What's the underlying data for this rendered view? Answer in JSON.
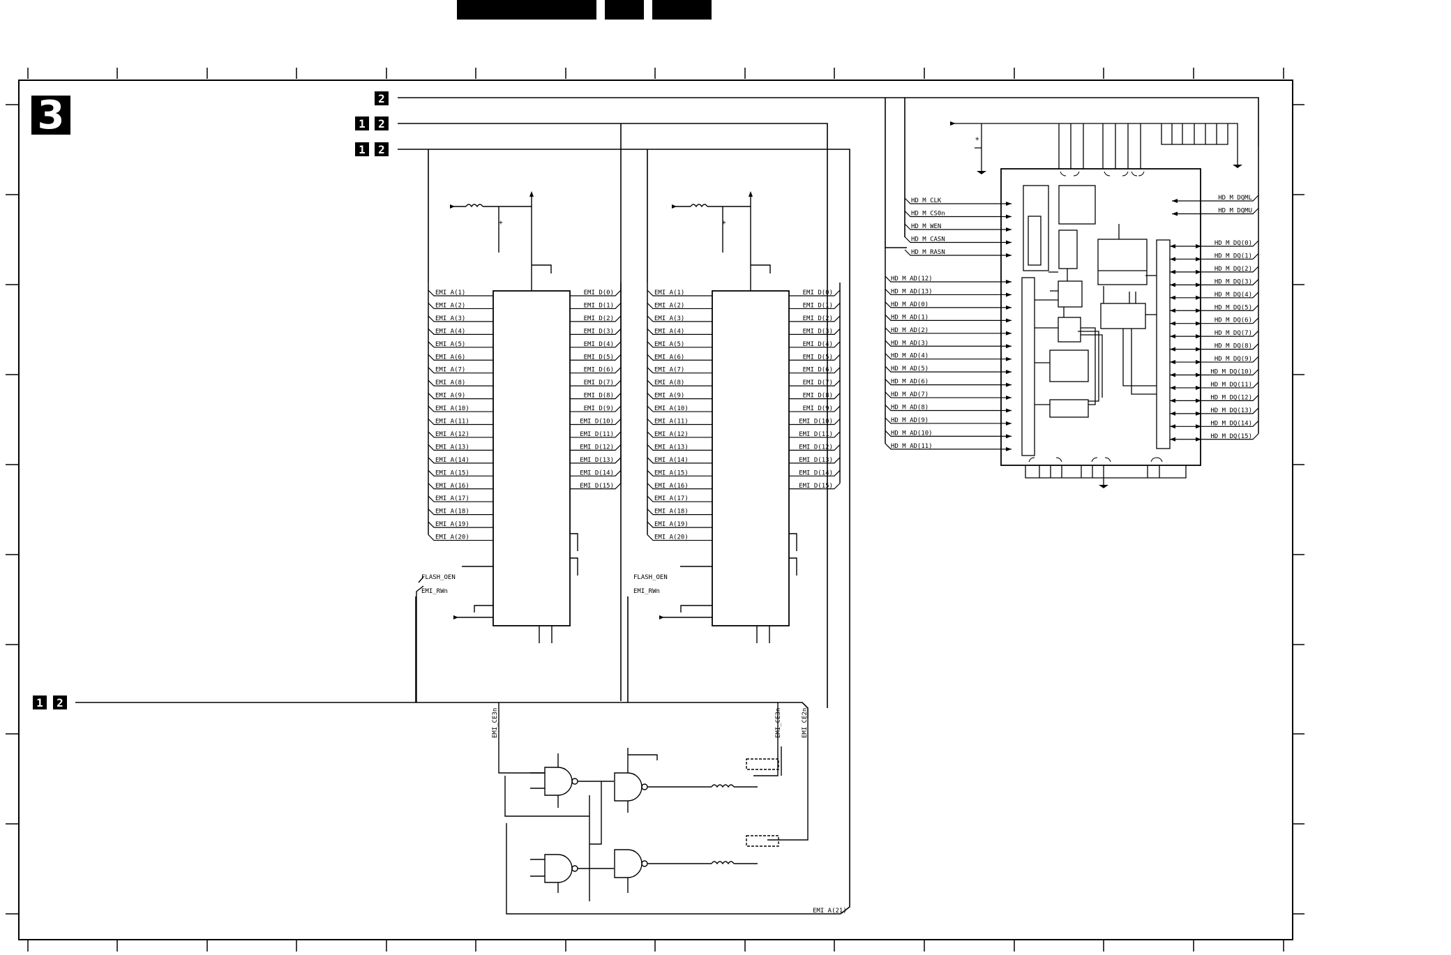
{
  "sheet_number": "3",
  "bus_badges": {
    "top_single": [
      "2"
    ],
    "second": [
      "1",
      "2"
    ],
    "third": [
      "1",
      "2"
    ],
    "left": [
      "1",
      "2"
    ]
  },
  "flash_left": {
    "address_pins": [
      "EMI_A(1)",
      "EMI_A(2)",
      "EMI_A(3)",
      "EMI_A(4)",
      "EMI_A(5)",
      "EMI_A(6)",
      "EMI_A(7)",
      "EMI_A(8)",
      "EMI_A(9)",
      "EMI_A(10)",
      "EMI_A(11)",
      "EMI_A(12)",
      "EMI_A(13)",
      "EMI_A(14)",
      "EMI_A(15)",
      "EMI_A(16)",
      "EMI_A(17)",
      "EMI_A(18)",
      "EMI_A(19)",
      "EMI_A(20)"
    ],
    "data_pins": [
      "EMI_D(0)",
      "EMI_D(1)",
      "EMI_D(2)",
      "EMI_D(3)",
      "EMI_D(4)",
      "EMI_D(5)",
      "EMI_D(6)",
      "EMI_D(7)",
      "EMI_D(8)",
      "EMI_D(9)",
      "EMI_D(10)",
      "EMI_D(11)",
      "EMI_D(12)",
      "EMI_D(13)",
      "EMI_D(14)",
      "EMI_D(15)"
    ],
    "control": [
      "FLASH_OEN",
      "EMI_RWn"
    ]
  },
  "flash_right": {
    "address_pins": [
      "EMI_A(1)",
      "EMI_A(2)",
      "EMI_A(3)",
      "EMI_A(4)",
      "EMI_A(5)",
      "EMI_A(6)",
      "EMI_A(7)",
      "EMI_A(8)",
      "EMI_A(9)",
      "EMI_A(10)",
      "EMI_A(11)",
      "EMI_A(12)",
      "EMI_A(13)",
      "EMI_A(14)",
      "EMI_A(15)",
      "EMI_A(16)",
      "EMI_A(17)",
      "EMI_A(18)",
      "EMI_A(19)",
      "EMI_A(20)"
    ],
    "data_pins": [
      "EMI_D(0)",
      "EMI_D(1)",
      "EMI_D(2)",
      "EMI_D(3)",
      "EMI_D(4)",
      "EMI_D(5)",
      "EMI_D(6)",
      "EMI_D(7)",
      "EMI_D(8)",
      "EMI_D(9)",
      "EMI_D(10)",
      "EMI_D(11)",
      "EMI_D(12)",
      "EMI_D(13)",
      "EMI_D(14)",
      "EMI_D(15)"
    ],
    "control": [
      "FLASH_OEN",
      "EMI_RWn"
    ]
  },
  "sdram": {
    "control_pins": [
      "HD_M_CLK",
      "HD_M_CS0n",
      "HD_M_WEN",
      "HD_M_CASN",
      "HD_M_RASN"
    ],
    "address_pins": [
      "HD_M_AD(12)",
      "HD_M_AD(13)",
      "HD_M_AD(0)",
      "HD_M_AD(1)",
      "HD_M_AD(2)",
      "HD_M_AD(3)",
      "HD_M_AD(4)",
      "HD_M_AD(5)",
      "HD_M_AD(6)",
      "HD_M_AD(7)",
      "HD_M_AD(8)",
      "HD_M_AD(9)",
      "HD_M_AD(10)",
      "HD_M_AD(11)"
    ],
    "mask_pins": [
      "HD_M_DQML",
      "HD_M_DQMU"
    ],
    "data_pins": [
      "HD_M_DQ(0)",
      "HD_M_DQ(1)",
      "HD_M_DQ(2)",
      "HD_M_DQ(3)",
      "HD_M_DQ(4)",
      "HD_M_DQ(5)",
      "HD_M_DQ(6)",
      "HD_M_DQ(7)",
      "HD_M_DQ(8)",
      "HD_M_DQ(9)",
      "HD_M_DQ(10)",
      "HD_M_DQ(11)",
      "HD_M_DQ(12)",
      "HD_M_DQ(13)",
      "HD_M_DQ(14)",
      "HD_M_DQ(15)"
    ]
  },
  "chip_select_logic": {
    "signals": [
      "EMI_CE3n",
      "EMI_CE3n",
      "EMI_CE2n"
    ],
    "address_line": "EMI_A(21)"
  }
}
